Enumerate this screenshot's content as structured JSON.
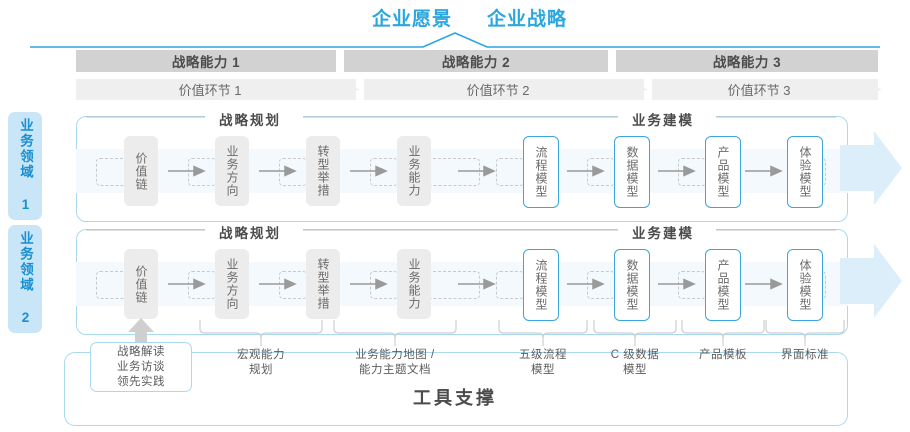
{
  "header": {
    "vision": "企业愿景",
    "strategy": "企业战略",
    "accent_color": "#2ba6de",
    "capability_bar_color": "#d2d2d2",
    "value_bar_color": "#efefef"
  },
  "capabilities": [
    {
      "label": "战略能力 1",
      "value_stage": "价值环节 1"
    },
    {
      "label": "战略能力 2",
      "value_stage": "价值环节 2"
    },
    {
      "label": "战略能力 3",
      "value_stage": "价值环节 3"
    }
  ],
  "domains": [
    {
      "label": "业务领域 1"
    },
    {
      "label": "业务领域 2"
    }
  ],
  "sections": {
    "planning": "战略规划",
    "modeling": "业务建模"
  },
  "nodes": {
    "planning": [
      {
        "label": "价值链"
      },
      {
        "label": "业务方向"
      },
      {
        "label": "转型举措"
      },
      {
        "label": "业务能力"
      }
    ],
    "modeling": [
      {
        "label": "流程模型"
      },
      {
        "label": "数据模型"
      },
      {
        "label": "产品模型"
      },
      {
        "label": "体验模型"
      }
    ]
  },
  "tools": {
    "title": "工具支撑",
    "highlight_box": "战略解读\n业务访谈\n领先实践",
    "highlight_box_lines": [
      "战略解读",
      "业务访谈",
      "领先实践"
    ],
    "labels": [
      {
        "lines": [
          "宏观能力",
          "规划"
        ]
      },
      {
        "lines": [
          "业务能力地图 /",
          "能力主题文档"
        ]
      },
      {
        "lines": [
          "五级流程",
          "模型"
        ]
      },
      {
        "lines": [
          "C 级数据",
          "模型"
        ]
      },
      {
        "lines": [
          "产品模板"
        ]
      },
      {
        "lines": [
          "界面标准"
        ]
      }
    ]
  }
}
